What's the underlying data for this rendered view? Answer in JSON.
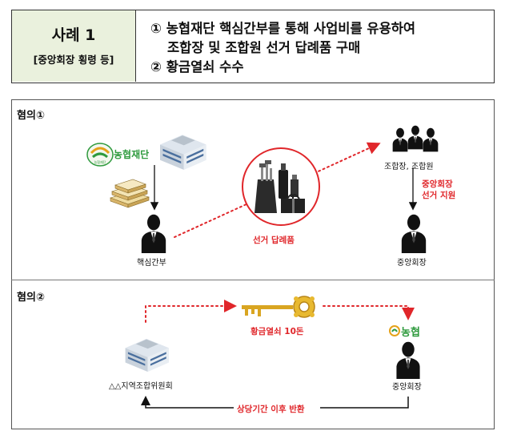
{
  "header": {
    "case_title": "사례 1",
    "case_subtitle": "[중앙회장 횡령 등]",
    "item1_line1": "①  농협재단  핵심간부를  통해  사업비를  유용하여",
    "item1_line2": "조합장 및 조합원 선거 답례품 구매",
    "item2": "②  황금열쇠 수수"
  },
  "section1": {
    "label": "혐의①",
    "foundation_logo": "농협재단",
    "seal_text": "농협재단",
    "officer_caption": "핵심간부",
    "gift_caption": "선거 답례품",
    "members_caption": "조합장, 조합원",
    "support_line1": "중앙회장",
    "support_line2": "선거 지원",
    "chairman_caption": "중앙회장"
  },
  "section2": {
    "label": "혐의②",
    "key_caption": "황금열쇠 10돈",
    "building_caption": "△△지역조합위원회",
    "nh_logo": "농협",
    "chairman_caption": "중앙회장",
    "return_caption": "상당기간 이후 반환"
  },
  "colors": {
    "header_left_bg": "#eaf1dd",
    "accent_red": "#e0262a",
    "logo_green": "#2e9a3d",
    "gold": "#d9a521"
  }
}
